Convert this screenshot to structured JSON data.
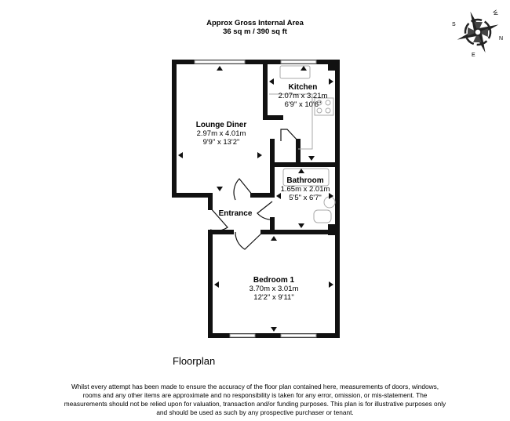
{
  "header": {
    "title": "Approx Gross Internal Area",
    "area": "36 sq m / 390 sq ft"
  },
  "compass": {
    "icon": "compass-rose-icon",
    "labels": {
      "north": "N",
      "south": "S",
      "east": "E",
      "west": "W"
    }
  },
  "rooms": [
    {
      "name": "Lounge Diner",
      "metric": "2.97m x 4.01m",
      "imperial": "9'9\" x 13'2\""
    },
    {
      "name": "Kitchen",
      "metric": "2.07m x 3.21m",
      "imperial": "6'9\" x 10'6\""
    },
    {
      "name": "Bathroom",
      "metric": "1.65m x 2.01m",
      "imperial": "5'5\" x 6'7\""
    },
    {
      "name": "Entrance"
    },
    {
      "name": "Bedroom 1",
      "metric": "3.70m x 3.01m",
      "imperial": "12'2\" x 9'11\""
    }
  ],
  "plan_label": "Floorplan",
  "disclaimer": "Whilst every attempt has been made to ensure the accuracy of the floor plan contained here, measurements of doors, windows, rooms and any other items are approximate and no responsibility is taken for any error, omission, or mis-statement. The measurements should not be relied upon for valuation, transaction and/or funding purposes. This plan is for illustrative purposes only and should be used as such by any prospective purchaser or tenant."
}
